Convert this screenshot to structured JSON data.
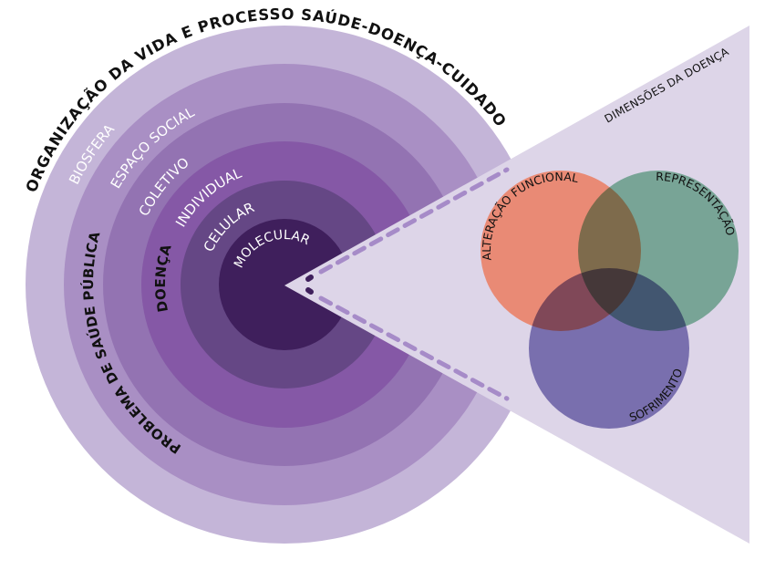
{
  "diagram": {
    "title": "ORGANIZAÇÃO DA VIDA E PROCESSO SAÚDE-DOENÇA-CUIDADO",
    "outer_labels": {
      "public_health": "PROBLEMA DE SAÚDE PÚBLICA",
      "disease": "DOENÇA"
    },
    "rings": [
      {
        "label": "BIOSFERA",
        "color": "#c4b5d8"
      },
      {
        "label": "ESPAÇO SOCIAL",
        "color": "#a98fc4"
      },
      {
        "label": "COLETIVO",
        "color": "#9373b2"
      },
      {
        "label": "INDIVIDUAL",
        "color": "#8558a6"
      },
      {
        "label": "CELULAR",
        "color": "#654785"
      },
      {
        "label": "MOLECULAR",
        "color": "#3f1f5c"
      }
    ],
    "zoom_panel": {
      "title": "DIMENSÕES DA DOENÇA",
      "color": "#ddd5e8",
      "dash_color": "#a68bc8"
    },
    "venn": [
      {
        "label": "ALTERAÇÃO FUNCIONAL",
        "color": "#e9866f"
      },
      {
        "label": "REPRESENTAÇÃO",
        "color": "#75bb95"
      },
      {
        "label": "SOFRIMENTO",
        "color": "#6b62ad"
      }
    ]
  }
}
